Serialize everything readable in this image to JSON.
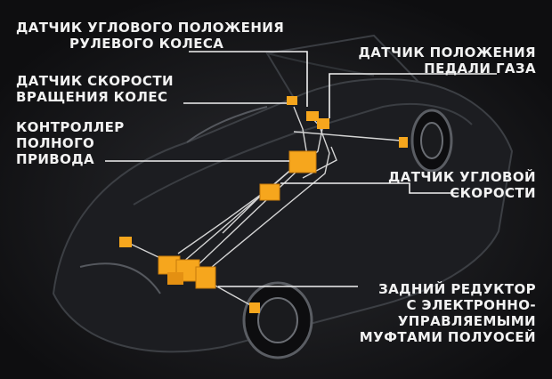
{
  "labels": {
    "steering_angle_sensor": [
      "ДАТЧИК УГЛОВОГО ПОЛОЖЕНИЯ",
      "РУЛЕВОГО КОЛЕСА"
    ],
    "wheel_speed_sensor": [
      "ДАТЧИК СКОРОСТИ",
      "ВРАЩЕНИЯ КОЛЕС"
    ],
    "awd_controller": [
      "КОНТРОЛЛЕР",
      "ПОЛНОГО",
      "ПРИВОДА"
    ],
    "pedal_position_sensor": [
      "ДАТЧИК ПОЛОЖЕНИЯ",
      "ПЕДАЛИ ГАЗА"
    ],
    "yaw_rate_sensor": [
      "ДАТЧИК УГЛОВОЙ",
      "СКОРОСТИ"
    ],
    "rear_differential": [
      "ЗАДНИЙ РЕДУКТОР",
      "С ЭЛЕКТРОННО-",
      "УПРАВЛЯЕМЫМИ",
      "МУФТАМИ ПОЛУОСЕЙ"
    ]
  },
  "colors": {
    "background": "#111113",
    "component": "#f6a61d",
    "component_shade": "#c77a0c",
    "wire": "#e8e8e8",
    "leader": "#f2f2f2",
    "car_outline": "#4a4d52",
    "text": "#f2f2f2"
  }
}
